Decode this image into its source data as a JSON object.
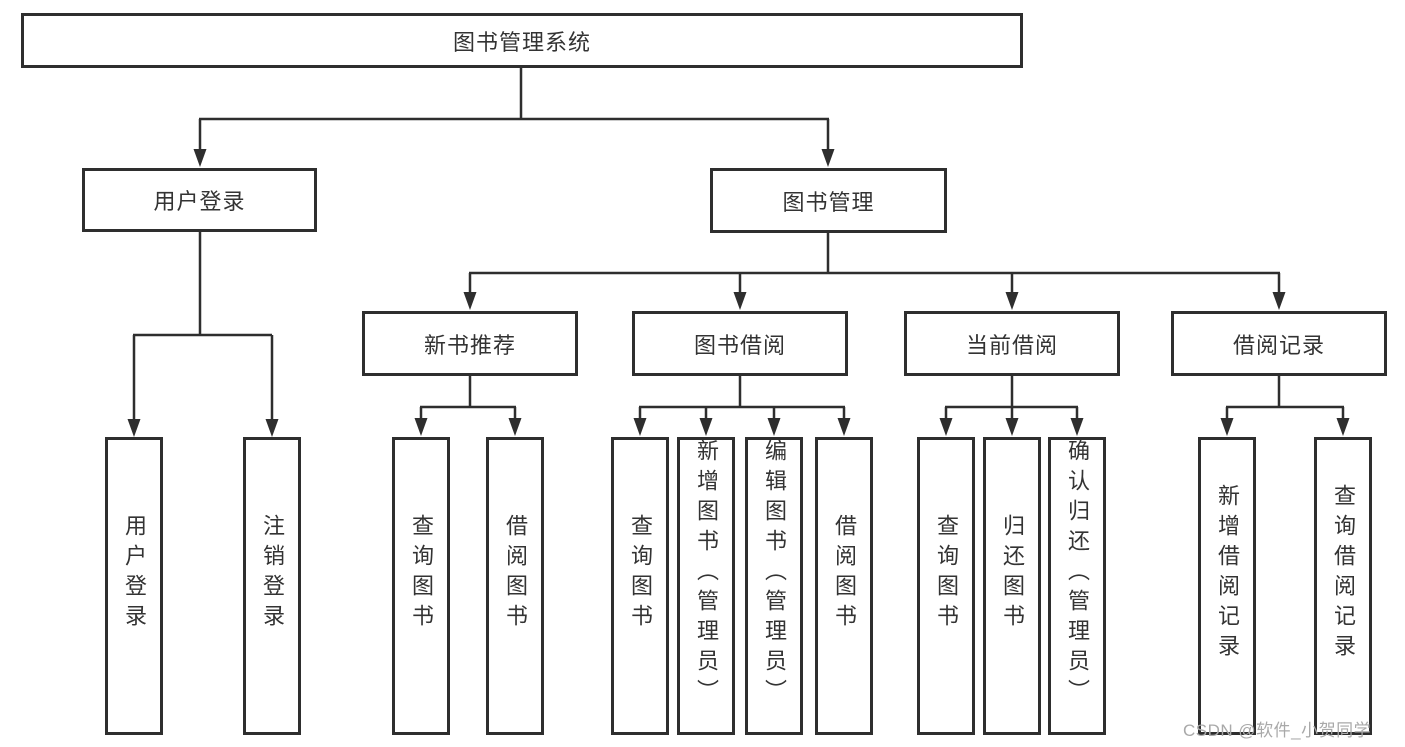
{
  "diagram": {
    "title": "图书管理系统",
    "level2": [
      {
        "label": "用户登录"
      },
      {
        "label": "图书管理"
      }
    ],
    "level3": [
      {
        "label": "新书推荐"
      },
      {
        "label": "图书借阅"
      },
      {
        "label": "当前借阅"
      },
      {
        "label": "借阅记录"
      }
    ],
    "leaves": {
      "user_login": [
        {
          "label": "用户登录"
        },
        {
          "label": "注销登录"
        }
      ],
      "new_book_recommend": [
        {
          "label": "查询图书"
        },
        {
          "label": "借阅图书"
        }
      ],
      "book_borrow": [
        {
          "label": "查询图书"
        },
        {
          "label": "新增图书（管理员）"
        },
        {
          "label": "编辑图书（管理员）"
        },
        {
          "label": "借阅图书"
        }
      ],
      "current_borrow": [
        {
          "label": "查询图书"
        },
        {
          "label": "归还图书"
        },
        {
          "label": "确认归还（管理员）"
        }
      ],
      "borrow_record": [
        {
          "label": "新增借阅记录"
        },
        {
          "label": "查询借阅记录"
        }
      ]
    },
    "watermark": "CSDN @软件_小贺同学",
    "colors": {
      "line": "#2e2e2e",
      "text": "#333333",
      "watermark": "#a9a9a9",
      "background": "#ffffff"
    }
  }
}
